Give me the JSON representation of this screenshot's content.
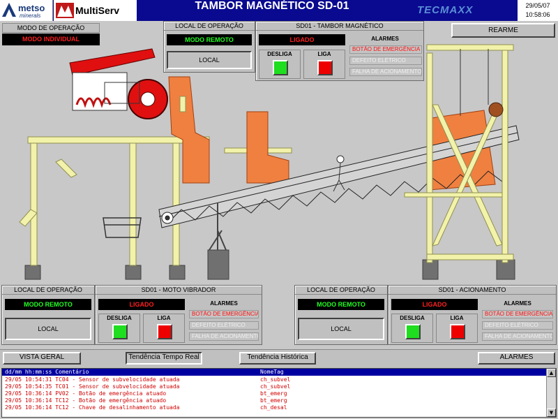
{
  "header": {
    "brand1": "metso",
    "brand1_sub": "minerals",
    "brand2": "MultiServ",
    "title": "TAMBOR MAGNÉTICO SD-01",
    "logo_right": "TECMAXX",
    "date": "29/05/07",
    "time": "10:58:06"
  },
  "modo": {
    "title": "MODO DE OPERAÇÃO",
    "value": "MODO INDIVIDUAL"
  },
  "rearme_label": "REARME",
  "top_local": {
    "title": "LOCAL DE OPERAÇÃO",
    "status": "MODO REMOTO",
    "button": "LOCAL"
  },
  "top_tambor": {
    "title": "SD01 - TAMBOR MAGNÉTICO",
    "status": "LIGADO",
    "off_label": "DESLIGA",
    "on_label": "LIGA",
    "alarms_title": "ALARMES",
    "alarms": [
      "BOTÃO DE EMERGÊNCIA",
      "DEFEITO ELÉTRICO",
      "FALHA DE ACIONAMENTO"
    ]
  },
  "left_local": {
    "title": "LOCAL DE OPERAÇÃO",
    "status": "MODO REMOTO",
    "button": "LOCAL"
  },
  "moto": {
    "title": "SD01 - MOTO VIBRADOR",
    "status": "LIGADO",
    "off_label": "DESLIGA",
    "on_label": "LIGA",
    "alarms_title": "ALARMES",
    "alarms": [
      "BOTÃO DE EMERGÊNCIA",
      "DEFEITO ELÉTRICO",
      "FALHA DE ACIONAMENTO"
    ]
  },
  "right_local": {
    "title": "LOCAL DE OPERAÇÃO",
    "status": "MODO REMOTO",
    "button": "LOCAL"
  },
  "acion": {
    "title": "SD01 - ACIONAMENTO",
    "status": "LIGADO",
    "off_label": "DESLIGA",
    "on_label": "LIGA",
    "alarms_title": "ALARMES",
    "alarms": [
      "BOTÃO DE EMERGÊNCIA",
      "DEFEITO ELÉTRICO",
      "FALHA DE ACIONAMENTO"
    ]
  },
  "nav": {
    "vista": "VISTA GERAL",
    "tempo_real": "Tendência Tempo Real",
    "historica": "Tendência Histórica",
    "alarmes": "ALARMES"
  },
  "log": {
    "header_left": "dd/mm hh:mm:ss Comentário",
    "header_right": "NomeTag",
    "rows": [
      {
        "comment": "29/05 10:54:31 TC04 - Sensor de subvelocidade atuada",
        "tag": "ch_subvel"
      },
      {
        "comment": "29/05 10:54:35 TC01 - Sensor de subvelocidade atuada",
        "tag": "ch_subvel"
      },
      {
        "comment": "29/05 10:36:14 PV02 - Botão de emergência  atuado",
        "tag": "bt_emerg"
      },
      {
        "comment": "29/05 10:36:14 TC12 - Botão de emergência  atuado",
        "tag": "bt_emerg"
      },
      {
        "comment": "29/05 10:36:14 TC12 - Chave de desalinhamento atuada",
        "tag": "ch_desal"
      }
    ]
  },
  "colors": {
    "header_bg": "#0a0a90",
    "panel_bg": "#c0c0c0",
    "equipment_orange": "#f08040",
    "structure_yellow": "#f0f0a8",
    "lamp_green": "#1fdd1f",
    "lamp_red": "#ee0000"
  }
}
